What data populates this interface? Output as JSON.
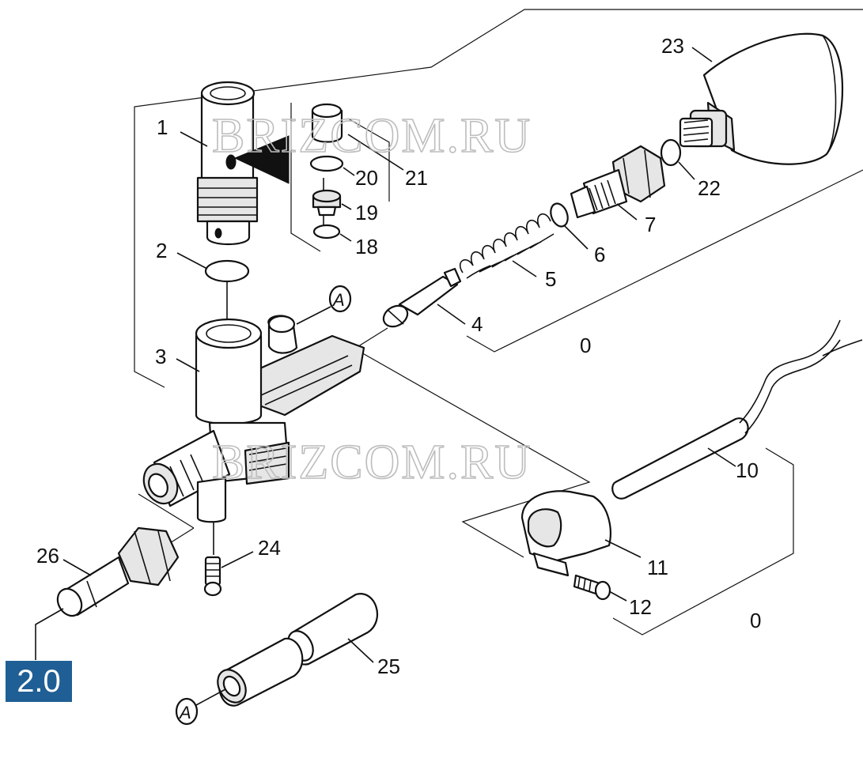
{
  "watermark": "BRIZCOM.RU",
  "section_label": "2.0",
  "callout_letter": "A",
  "part_labels": {
    "p0a": "0",
    "p0b": "0",
    "p1": "1",
    "p2": "2",
    "p3": "3",
    "p4": "4",
    "p5": "5",
    "p6": "6",
    "p7": "7",
    "p10": "10",
    "p11": "11",
    "p12": "12",
    "p18": "18",
    "p19": "19",
    "p20": "20",
    "p21": "21",
    "p22": "22",
    "p23": "23",
    "p24": "24",
    "p25": "25",
    "p26": "26"
  }
}
